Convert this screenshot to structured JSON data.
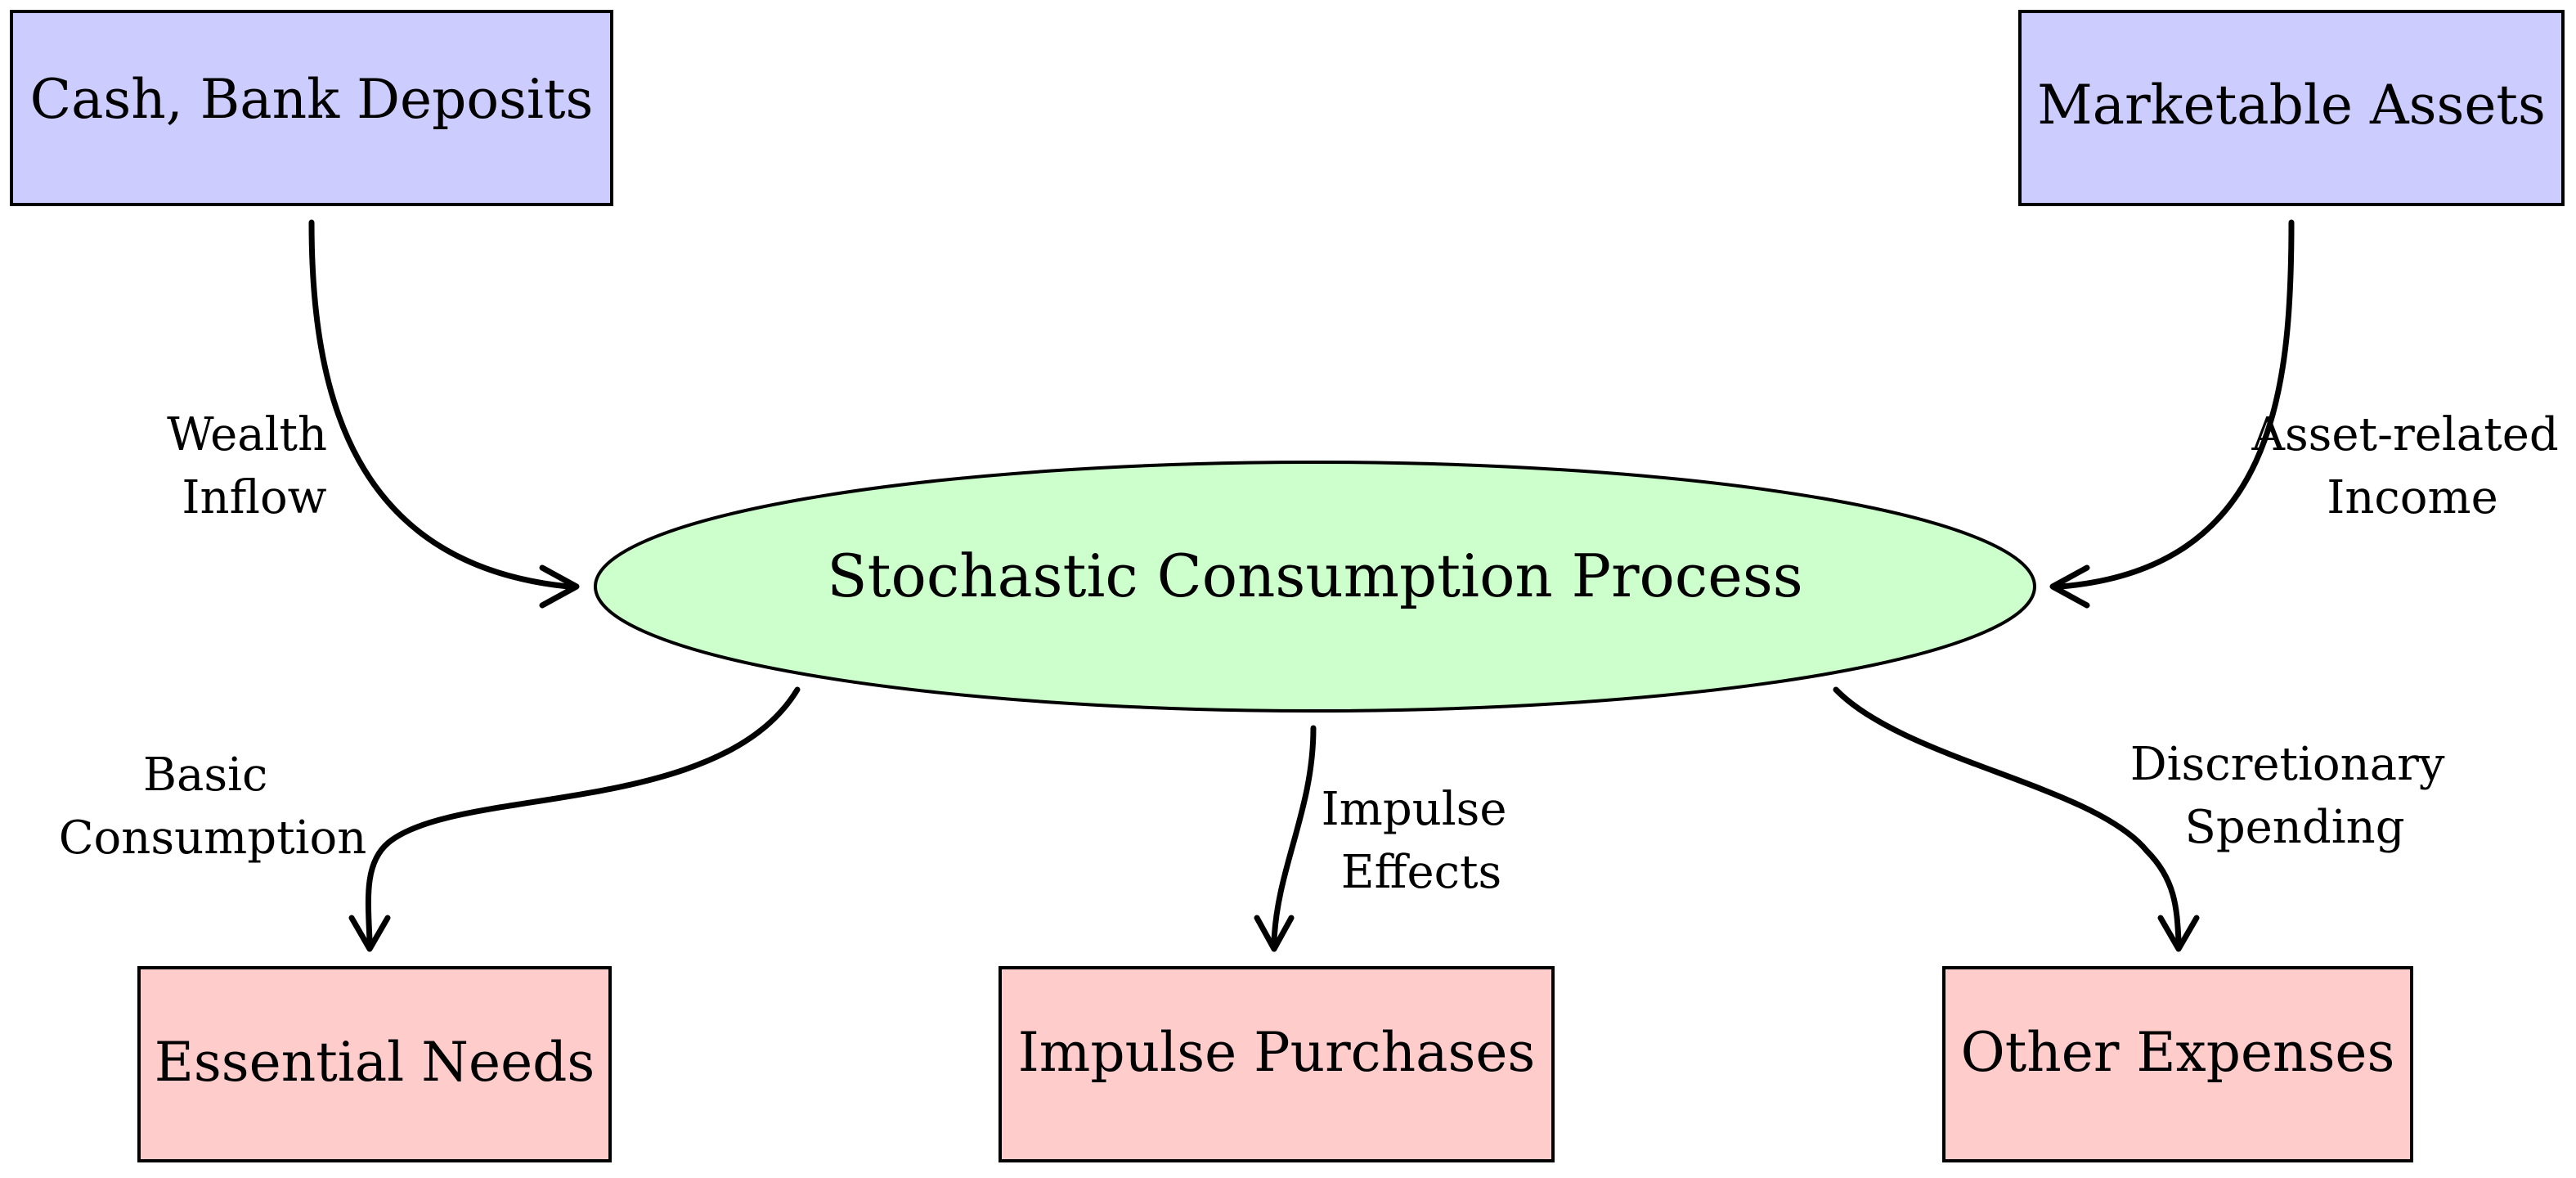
{
  "colors": {
    "source_fill": "#ccccff",
    "center_fill": "#ccffcc",
    "sink_fill": "#ffcccc",
    "stroke": "#000000"
  },
  "nodes": {
    "cash": {
      "label": "Cash, Bank Deposits"
    },
    "assets": {
      "label": "Marketable Assets"
    },
    "process": {
      "label": "Stochastic Consumption Process"
    },
    "essential": {
      "label": "Essential Needs"
    },
    "impulse": {
      "label": "Impulse Purchases"
    },
    "other": {
      "label": "Other Expenses"
    }
  },
  "edges": {
    "wealth": {
      "label_lines": [
        "Wealth",
        "Inflow"
      ]
    },
    "asset_income": {
      "label_lines": [
        "Asset-related",
        "Income"
      ]
    },
    "basic": {
      "label_lines": [
        "Basic",
        "Consumption"
      ]
    },
    "impulse_effects": {
      "label_lines": [
        "Impulse",
        "Effects"
      ]
    },
    "discretionary": {
      "label_lines": [
        "Discretionary",
        "Spending"
      ]
    }
  }
}
